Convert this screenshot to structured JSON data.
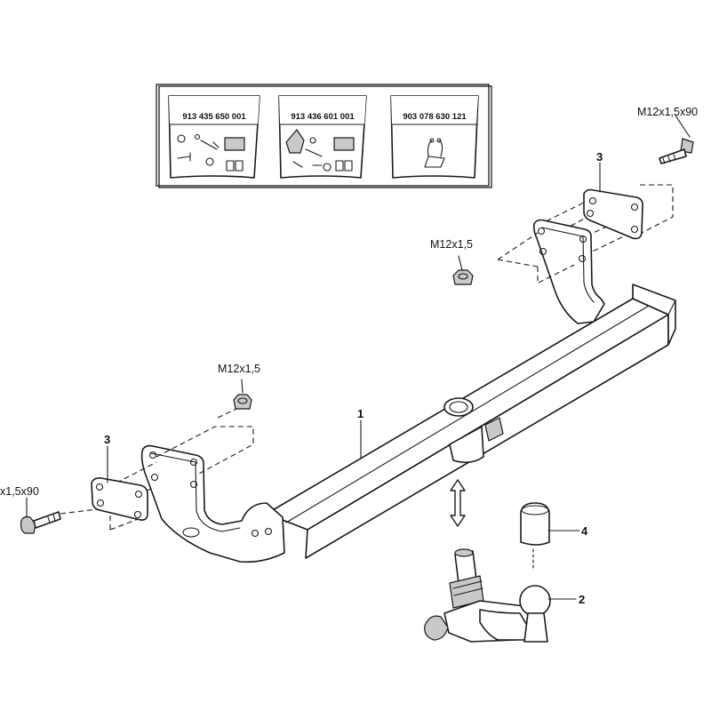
{
  "kits": [
    {
      "code": "913 435 650 001"
    },
    {
      "code": "913 436 601 001"
    },
    {
      "code": "903 078 630 121"
    }
  ],
  "bolt_labels": {
    "top_right": "M12x1,5x90",
    "left": "x1,5x90"
  },
  "nut_labels": {
    "upper": "M12x1,5",
    "lower": "M12x1,5"
  },
  "part_numbers": {
    "crossbar": "1",
    "ball": "2",
    "bracket_right": "3",
    "bracket_left": "3",
    "cap": "4"
  }
}
